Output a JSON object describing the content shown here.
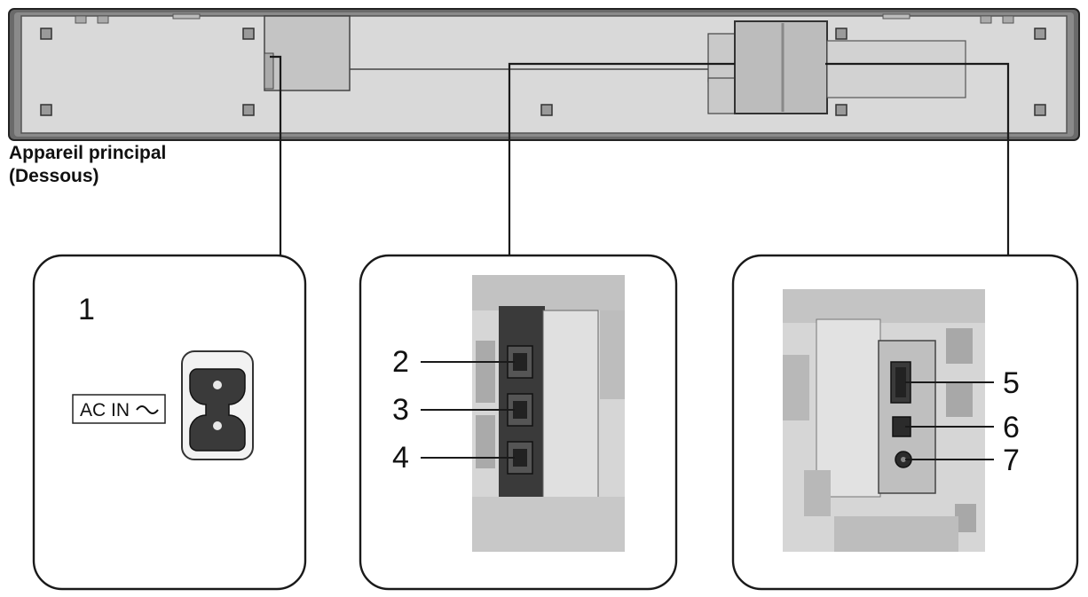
{
  "main_unit": {
    "caption_line1": "Appareil principal",
    "caption_line2": "(Dessous)"
  },
  "panels": [
    {
      "id": "power",
      "numbers": [
        "1"
      ],
      "ac_label": "AC IN"
    },
    {
      "id": "hdmi",
      "numbers": [
        "2",
        "3",
        "4"
      ]
    },
    {
      "id": "usb-optical",
      "numbers": [
        "5",
        "6",
        "7"
      ]
    }
  ],
  "colors": {
    "outline": "#1a1a1a",
    "housing": "#5a5a5a",
    "panel_fill": "#cfcfcf",
    "dark_port": "#2b2b2b"
  }
}
